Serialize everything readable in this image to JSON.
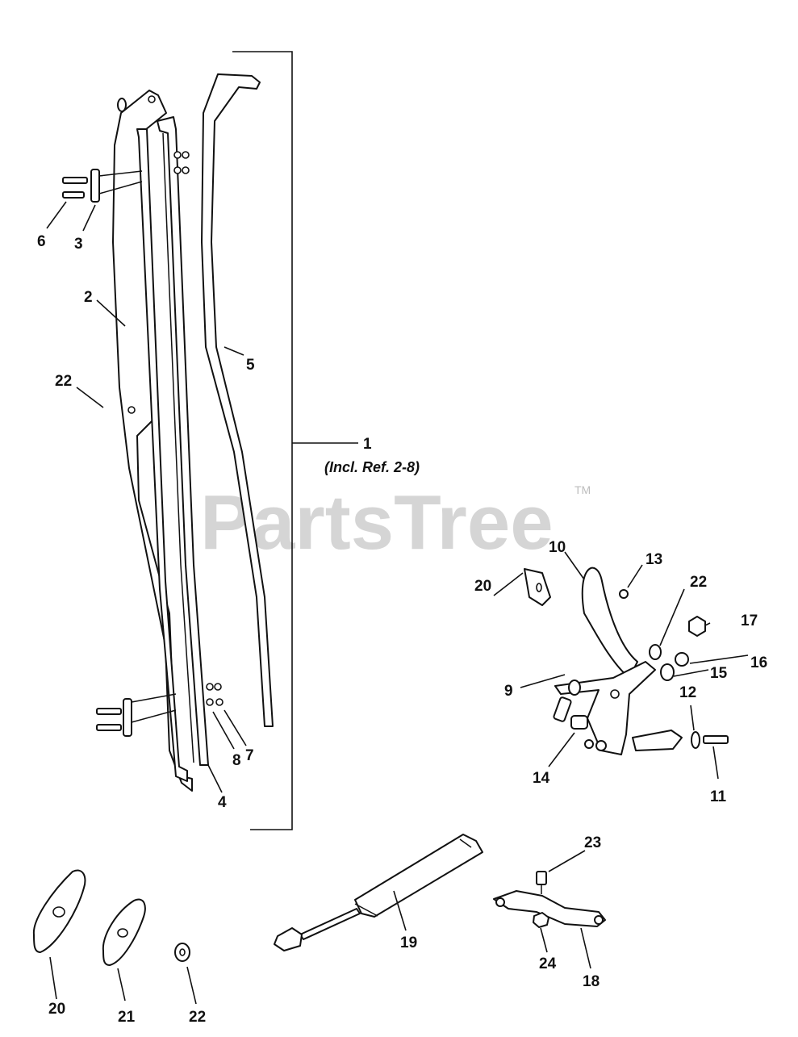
{
  "watermark": {
    "text": "PartsTree",
    "trademark": "TM"
  },
  "assembly": {
    "ref": "1",
    "note": "(Incl. Ref. 2-8)"
  },
  "callouts": [
    {
      "id": "c6",
      "label": "6"
    },
    {
      "id": "c3",
      "label": "3"
    },
    {
      "id": "c2",
      "label": "2"
    },
    {
      "id": "c22a",
      "label": "22"
    },
    {
      "id": "c5",
      "label": "5"
    },
    {
      "id": "c8",
      "label": "8"
    },
    {
      "id": "c7",
      "label": "7"
    },
    {
      "id": "c4",
      "label": "4"
    },
    {
      "id": "c10",
      "label": "10"
    },
    {
      "id": "c13",
      "label": "13"
    },
    {
      "id": "c20a",
      "label": "20"
    },
    {
      "id": "c22b",
      "label": "22"
    },
    {
      "id": "c17",
      "label": "17"
    },
    {
      "id": "c16",
      "label": "16"
    },
    {
      "id": "c15",
      "label": "15"
    },
    {
      "id": "c9",
      "label": "9"
    },
    {
      "id": "c12",
      "label": "12"
    },
    {
      "id": "c14",
      "label": "14"
    },
    {
      "id": "c11",
      "label": "11"
    },
    {
      "id": "c23",
      "label": "23"
    },
    {
      "id": "c19",
      "label": "19"
    },
    {
      "id": "c24",
      "label": "24"
    },
    {
      "id": "c18",
      "label": "18"
    },
    {
      "id": "c20b",
      "label": "20"
    },
    {
      "id": "c21",
      "label": "21"
    },
    {
      "id": "c22c",
      "label": "22"
    }
  ]
}
